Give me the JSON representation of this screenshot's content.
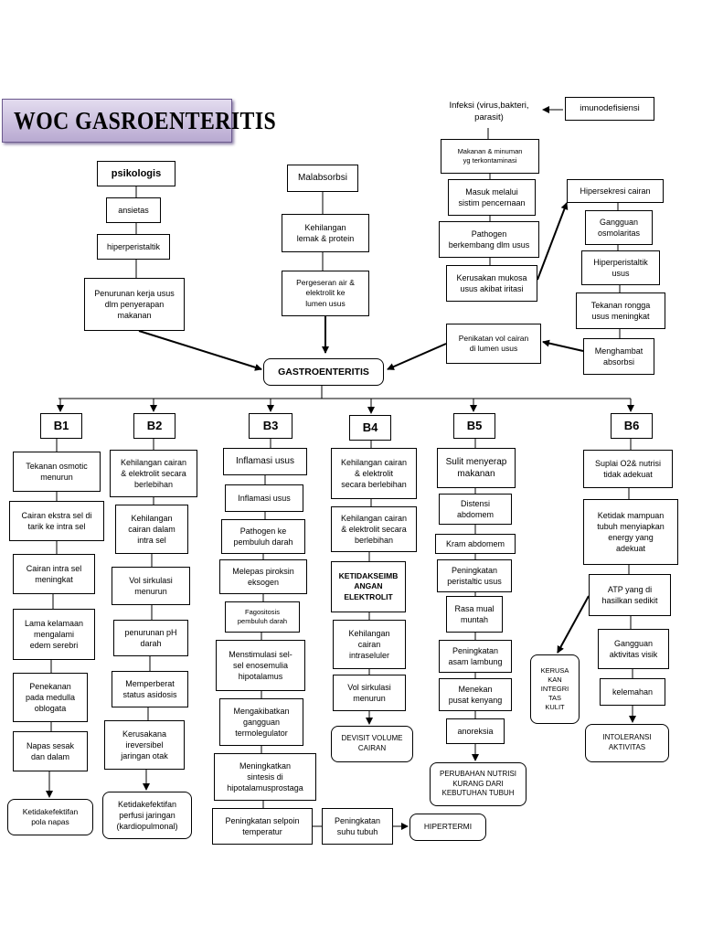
{
  "title": "WOC GASROENTERITIS",
  "nodes": {
    "psikologis": "psikologis",
    "ansietas": "ansietas",
    "hiperperistaltik": "hiperperistaltik",
    "penurunan_kerja": "Penurunan kerja usus\ndlm penyerapan\nmakanan",
    "malabsorbsi": "Malabsorbsi",
    "kehilangan_lemak": "Kehilangan\nlemak & protein",
    "pergeseran_air": "Pergeseran air &\nelektrolit ke\nlumen usus",
    "infeksi": "Infeksi (virus,bakteri,\nparasit)",
    "imunodefisiensi": "imunodefisiensi",
    "makanan_minuman": "Makanan & minuman\nyg terkontaminasi",
    "masuk_melalui": "Masuk melalui\nsistim pencernaan",
    "pathogen_berkembang": "Pathogen\nberkembang dlm usus",
    "kerusakan_mukosa": "Kerusakan mukosa\nusus akibat iritasi",
    "hipersekresi": "Hipersekresi cairan",
    "gangguan_osmolaritas": "Gangguan\nosmolaritas",
    "hiperperistaltik_usus": "Hiperperistaltik\nusus",
    "tekanan_rongga": "Tekanan rongga\nusus meningkat",
    "menghambat_absorbsi": "Menghambat\nabsorbsi",
    "peningkatan_vol": "Penikatan vol cairan\ndi lumen usus",
    "gastroenteritis": "GASTROENTERITIS"
  },
  "branches": {
    "b1": {
      "label": "B1",
      "items": [
        "Tekanan osmotic\nmenurun",
        "Cairan ekstra sel di\ntarik ke intra sel",
        "Cairan intra sel\nmeningkat",
        "Lama kelamaan\nmengalami\nedem serebri",
        "Penekanan\npada medulla\noblogata",
        "Napas sesak\ndan dalam"
      ],
      "outcome": "Ketidakefektifan\npola napas"
    },
    "b2": {
      "label": "B2",
      "items": [
        "Kehilangan cairan\n& elektrolit secara\nberlebihan",
        "Kehilangan\ncairan dalam\nintra sel",
        "Vol sirkulasi\nmenurun",
        "penurunan pH\ndarah",
        "Memperberat\nstatus asidosis",
        "Kerusakana\nireversibel\njaringan otak"
      ],
      "outcome": "Ketidakefektifan\nperfusi jaringan\n(kardiopulmonal)"
    },
    "b3": {
      "label": "B3",
      "items": [
        "Inflamasi usus",
        "Inflamasi usus",
        "Pathogen ke\npembuluh darah",
        "Melepas piroksin\neksogen",
        "Fagositosis\npembuluh darah",
        "Menstimulasi sel-\nsel enosemulia\nhipotalamus",
        "Mengakibatkan\ngangguan\ntermolegulator",
        "Meningkatkan\nsintesis  di\nhipotalamusprostaga",
        "Peningkatan selpoin\ntemperatur"
      ],
      "side": "Peningkatan\nsuhu tubuh",
      "outcome": "HIPERTERMI"
    },
    "b4": {
      "label": "B4",
      "items": [
        "Kehilangan cairan\n& elektrolit\nsecara berlebihan",
        "Kehilangan cairan\n& elektrolit secara\nberlebihan",
        "KETIDAKSEIMB\nANGAN\nELEKTROLIT",
        "Kehilangan\ncairan\nintraseluler",
        "Vol sirkulasi\nmenurun"
      ],
      "outcome": "DEVISIT VOLUME\nCAIRAN"
    },
    "b5": {
      "label": "B5",
      "items": [
        "Sulit menyerap\nmakanan",
        "Distensi\nabdomem",
        "Kram abdomem",
        "Peningkatan\nperistaltic usus",
        "Rasa mual\nmuntah",
        "Peningkatan\nasam lambung",
        "Menekan\npusat kenyang",
        "anoreksia"
      ],
      "outcome": "PERUBAHAN NUTRISI\nKURANG DARI\nKEBUTUHAN TUBUH"
    },
    "b6": {
      "label": "B6",
      "items": [
        "Suplai O2& nutrisi\ntidak adekuat",
        "Ketidak mampuan\ntubuh menyiapkan\nenergy yang\nadekuat",
        "ATP yang di\nhasilkan sedikit",
        "Gangguan\naktivitas visik",
        "kelemahan"
      ],
      "side": "KERUSA\nKAN\nINTEGRI\nTAS\nKULIT",
      "outcome": "INTOLERANSI\nAKTIVITAS"
    }
  }
}
